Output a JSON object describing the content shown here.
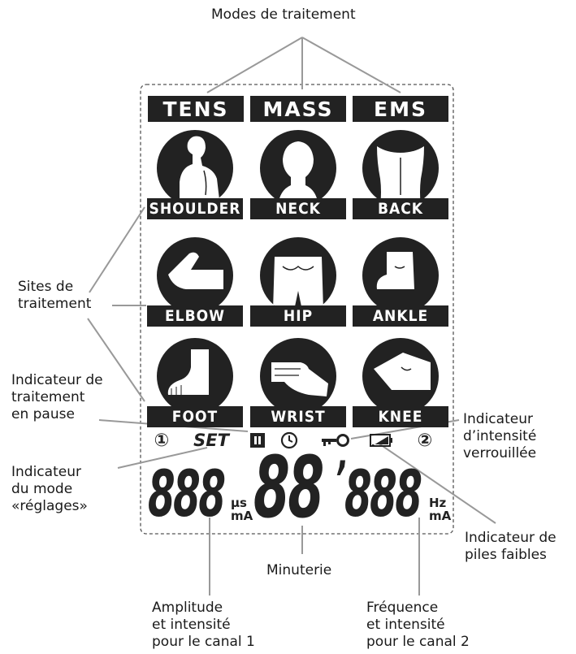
{
  "callouts": {
    "modes": "Modes de traitement",
    "sites": "Sites de\ntraitement",
    "pause": "Indicateur de\ntraitement\nen pause",
    "lock": "Indicateur\nd’intensité\nverrouillée",
    "settings": "Indicateur\ndu mode\n«réglages»",
    "battery": "Indicateur de\npiles faibles",
    "timer": "Minuterie",
    "channel1": "Amplitude\net intensité\npour le canal 1",
    "channel2": "Fréquence\net intensité\npour le canal 2"
  },
  "modes": [
    "TENS",
    "MASS",
    "EMS"
  ],
  "sites": [
    {
      "label": "SHOULDER",
      "icon": "shoulder-icon"
    },
    {
      "label": "NECK",
      "icon": "neck-icon"
    },
    {
      "label": "BACK",
      "icon": "back-icon"
    },
    {
      "label": "ELBOW",
      "icon": "elbow-icon"
    },
    {
      "label": "HIP",
      "icon": "hip-icon"
    },
    {
      "label": "ANKLE",
      "icon": "ankle-icon"
    },
    {
      "label": "FOOT",
      "icon": "foot-icon"
    },
    {
      "label": "WRIST",
      "icon": "wrist-icon"
    },
    {
      "label": "KNEE",
      "icon": "knee-icon"
    }
  ],
  "indicators": {
    "channel1_symbol": "①",
    "set": "SET",
    "pause_icon": "pause-icon",
    "timer_icon": "clock-icon",
    "lock_icon": "key-icon",
    "battery_icon": "battery-low-icon",
    "channel2_symbol": "②"
  },
  "display": {
    "left_digits": "888",
    "left_unit_top": "μs",
    "left_unit_bottom": "mA",
    "timer_digits": "88",
    "timer_mark": "’",
    "right_digits": "888",
    "right_unit_top": "Hz",
    "right_unit_bottom": "mA"
  },
  "colors": {
    "ink": "#222222",
    "line": "#999999",
    "frame": "#555555"
  }
}
